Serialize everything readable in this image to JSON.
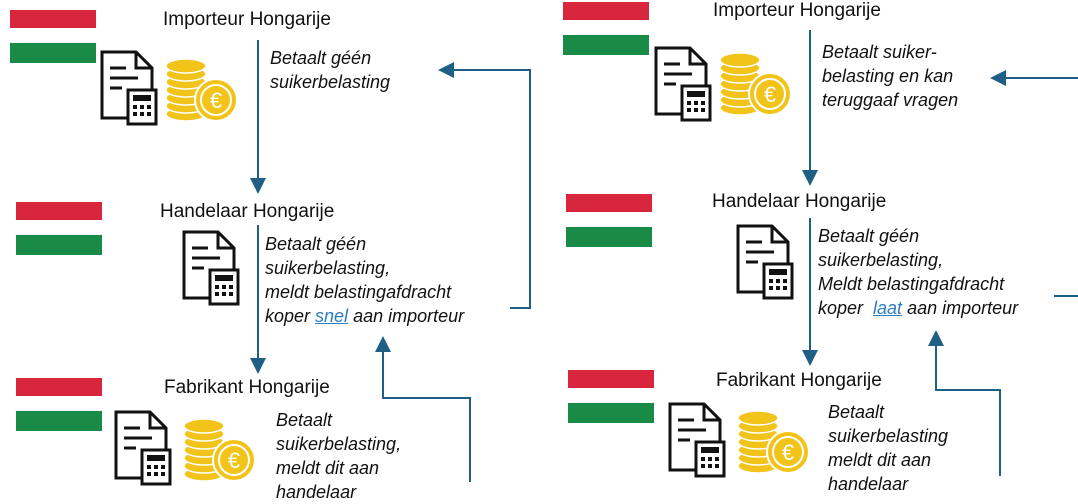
{
  "left": {
    "importer": {
      "title": "Importeur Hongarije",
      "note": [
        "Betaalt géén",
        "suikerbelasting"
      ]
    },
    "trader": {
      "title": "Handelaar Hongarije",
      "note": [
        "Betaalt géén",
        "suikerbelasting,",
        "meldt belastingafdracht"
      ],
      "note_last_pre": "koper ",
      "note_last_link": "snel",
      "note_last_post": " aan importeur"
    },
    "manufacturer": {
      "title": "Fabrikant Hongarije",
      "note": [
        "Betaalt",
        "suikerbelasting,",
        "meldt dit aan",
        "handelaar"
      ]
    }
  },
  "right": {
    "importer": {
      "title": "Importeur Hongarije",
      "note": [
        "Betaalt suiker-",
        "belasting en kan",
        "teruggaaf vragen"
      ]
    },
    "trader": {
      "title": "Handelaar Hongarije",
      "note": [
        "Betaalt géén",
        "suikerbelasting,",
        "Meldt belastingafdracht"
      ],
      "note_last_pre": "koper  ",
      "note_last_link": "laat",
      "note_last_post": " aan importeur"
    },
    "manufacturer": {
      "title": "Fabrikant Hongarije",
      "note": [
        "Betaalt",
        "suikerbelasting",
        "meldt dit aan",
        "handelaar"
      ]
    }
  },
  "colors": {
    "arrow": "#1f5f85",
    "flag_red": "#d7263d",
    "flag_green": "#1a8a47",
    "coin": "#f2c318",
    "link": "#2e7bbf"
  },
  "icons": [
    "document-calculator-icon",
    "coins-euro-icon"
  ]
}
